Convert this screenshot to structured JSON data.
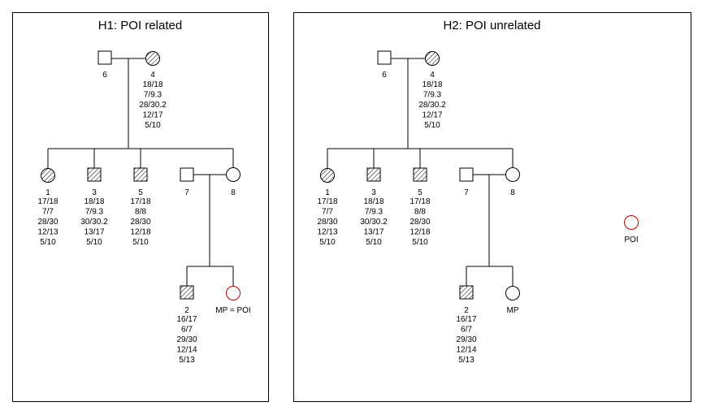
{
  "panels": [
    {
      "title": "H1: POI related",
      "mother_label": "4",
      "mother_genotypes": [
        "18/18",
        "7/9.3",
        "28/30.2",
        "12/17",
        "5/10"
      ],
      "father_label": "6",
      "children": [
        {
          "label": "1",
          "genotypes": [
            "17/18",
            "7/7",
            "28/30",
            "12/13",
            "5/10"
          ]
        },
        {
          "label": "3",
          "genotypes": [
            "18/18",
            "7/9.3",
            "30/30.2",
            "13/17",
            "5/10"
          ]
        },
        {
          "label": "5",
          "genotypes": [
            "17/18",
            "8/8",
            "28/30",
            "12/18",
            "5/10"
          ]
        }
      ],
      "spouse_label": "7",
      "daughter_label": "8",
      "grandson_label": "2",
      "grandson_genotypes": [
        "16/17",
        "6/7",
        "29/30",
        "12/14",
        "5/13"
      ],
      "mp_label": "MP = POI",
      "poi_label": ""
    },
    {
      "title": "H2: POI unrelated",
      "mother_label": "4",
      "mother_genotypes": [
        "18/18",
        "7/9.3",
        "28/30.2",
        "12/17",
        "5/10"
      ],
      "father_label": "6",
      "children": [
        {
          "label": "1",
          "genotypes": [
            "17/18",
            "7/7",
            "28/30",
            "12/13",
            "5/10"
          ]
        },
        {
          "label": "3",
          "genotypes": [
            "18/18",
            "7/9.3",
            "30/30.2",
            "13/17",
            "5/10"
          ]
        },
        {
          "label": "5",
          "genotypes": [
            "17/18",
            "8/8",
            "28/30",
            "12/18",
            "5/10"
          ]
        }
      ],
      "spouse_label": "7",
      "daughter_label": "8",
      "grandson_label": "2",
      "grandson_genotypes": [
        "16/17",
        "6/7",
        "29/30",
        "12/14",
        "5/13"
      ],
      "mp_label": "MP",
      "poi_label": "POI"
    }
  ],
  "colors": {
    "line": "#000000",
    "poi_outline": "#cc0000",
    "hatch": "#000000"
  }
}
